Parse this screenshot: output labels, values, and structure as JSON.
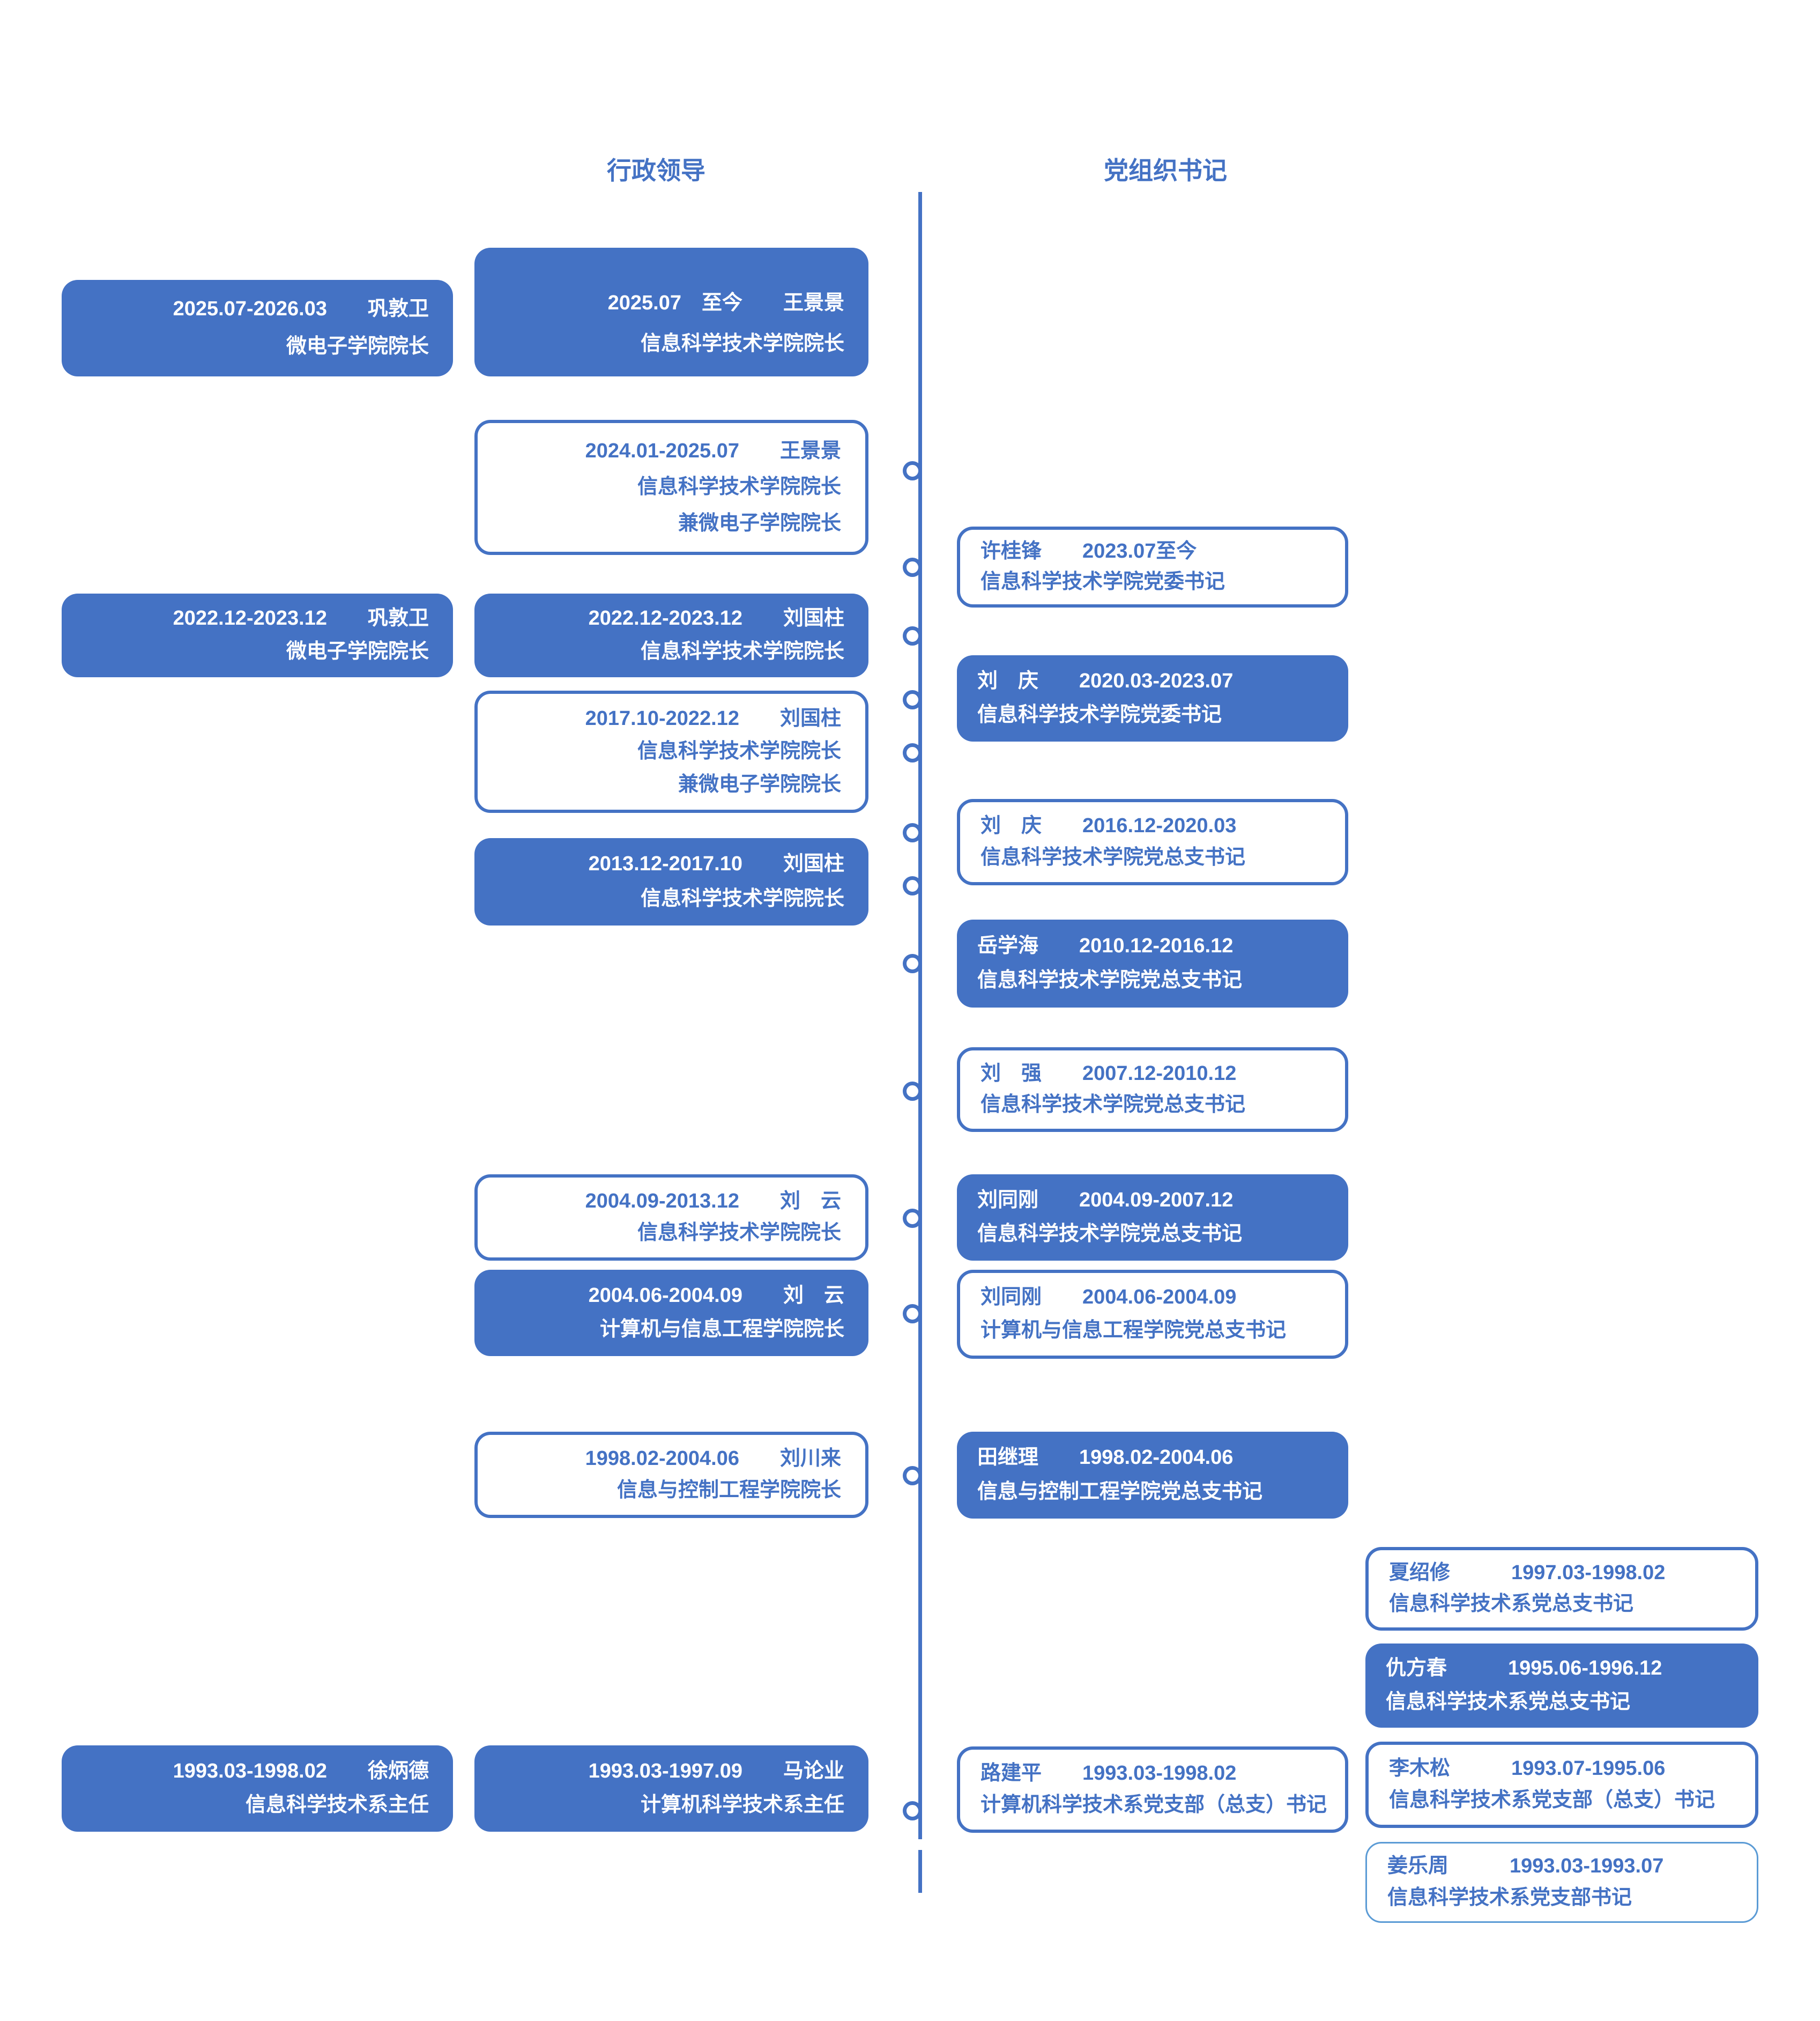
{
  "colors": {
    "accent": "#4472C4",
    "light_accent": "#5B9BD5",
    "filled_text": "#FFFFFF",
    "background": "#FFFFFF"
  },
  "headers": {
    "admin": "行政领导",
    "party": "党组织书记"
  },
  "admin_boxes": [
    {
      "style": "filled",
      "line1": "2025.07-2026.03　　巩敦卫",
      "line2": "微电子学院院长"
    },
    {
      "style": "filled",
      "line1": "2025.07　至今　　王景景",
      "line2": "信息科学技术学院院长"
    },
    {
      "style": "outline",
      "line1": "2024.01-2025.07　　王景景",
      "line2": "信息科学技术学院院长",
      "line3": "兼微电子学院院长"
    },
    {
      "style": "filled",
      "line1": "2022.12-2023.12　　巩敦卫",
      "line2": "微电子学院院长"
    },
    {
      "style": "filled",
      "line1": "2022.12-2023.12　　刘国柱",
      "line2": "信息科学技术学院院长"
    },
    {
      "style": "outline",
      "line1": "2017.10-2022.12　　刘国柱",
      "line2": "信息科学技术学院院长",
      "line3": "兼微电子学院院长"
    },
    {
      "style": "filled",
      "line1": "2013.12-2017.10　　刘国柱",
      "line2": "信息科学技术学院院长"
    },
    {
      "style": "outline",
      "line1": "2004.09-2013.12　　刘　云",
      "line2": "信息科学技术学院院长"
    },
    {
      "style": "filled",
      "line1": "2004.06-2004.09　　刘　云",
      "line2": "计算机与信息工程学院院长"
    },
    {
      "style": "outline",
      "line1": "1998.02-2004.06　　刘川来",
      "line2": "信息与控制工程学院院长"
    },
    {
      "style": "filled",
      "line1": "1993.03-1998.02　　徐炳德",
      "line2": "信息科学技术系主任"
    },
    {
      "style": "filled",
      "line1": "1993.03-1997.09　　马论业",
      "line2": "计算机科学技术系主任"
    }
  ],
  "party_boxes": [
    {
      "style": "outline",
      "line1": "许桂锋　　2023.07至今",
      "line2": "信息科学技术学院党委书记"
    },
    {
      "style": "filled",
      "line1": "刘　庆　　2020.03-2023.07",
      "line2": "信息科学技术学院党委书记"
    },
    {
      "style": "outline",
      "line1": "刘　庆　　2016.12-2020.03",
      "line2": "信息科学技术学院党总支书记"
    },
    {
      "style": "filled",
      "line1": "岳学海　　2010.12-2016.12",
      "line2": "信息科学技术学院党总支书记"
    },
    {
      "style": "outline",
      "line1": "刘　强　　2007.12-2010.12",
      "line2": "信息科学技术学院党总支书记"
    },
    {
      "style": "filled",
      "line1": "刘同刚　　2004.09-2007.12",
      "line2": "信息科学技术学院党总支书记"
    },
    {
      "style": "outline",
      "line1": "刘同刚　　2004.06-2004.09",
      "line2": "计算机与信息工程学院党总支书记"
    },
    {
      "style": "filled",
      "line1": "田继理　　1998.02-2004.06",
      "line2": "信息与控制工程学院党总支书记"
    },
    {
      "style": "outline",
      "line1": "路建平　　1993.03-1998.02",
      "line2": "计算机科学技术系党支部（总支）书记"
    }
  ],
  "dept_boxes": [
    {
      "style": "outline",
      "line1": "夏绍修　　　1997.03-1998.02",
      "line2": "信息科学技术系党总支书记"
    },
    {
      "style": "filled",
      "line1": "仇方春　　　1995.06-1996.12",
      "line2": "信息科学技术系党总支书记"
    },
    {
      "style": "outline",
      "line1": "李木松　　　1993.07-1995.06",
      "line2": "信息科学技术系党支部（总支）书记"
    },
    {
      "style": "outline-light",
      "line1": "姜乐周　　　1993.03-1993.07",
      "line2": "信息科学技术系党支部书记"
    }
  ]
}
